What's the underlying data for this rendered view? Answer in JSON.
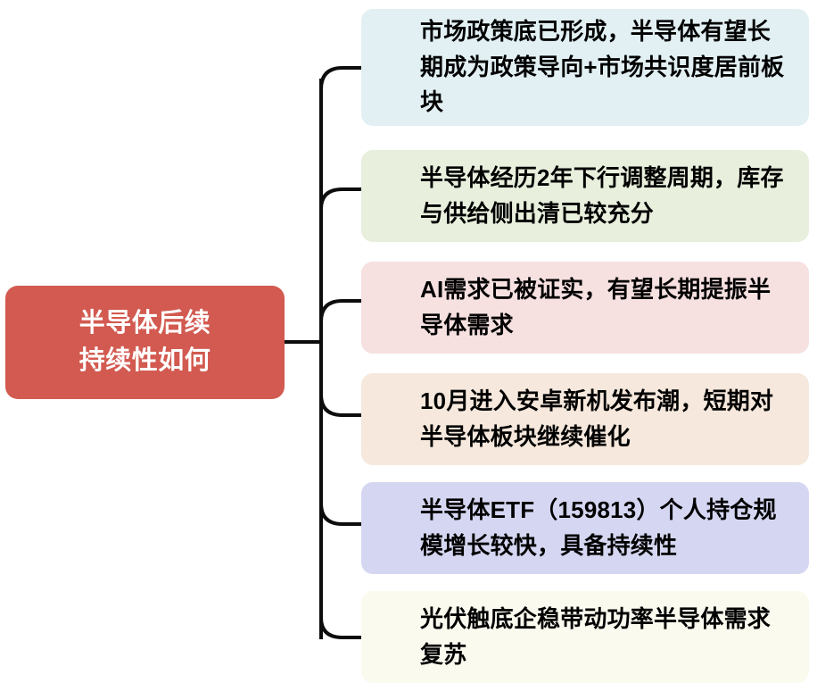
{
  "diagram": {
    "type": "mind-map",
    "orientation": "left-root-right-branches",
    "root": {
      "label": "半导体后续\n持续性如何",
      "background_color": "#d25a50",
      "text_color": "#ffffff"
    },
    "branches": [
      {
        "index": 1,
        "label": "市场政策底已形成，半导体有望长期成为政策导向+市场共识度居前板块",
        "background_color": "#e2f0f3",
        "text_color": "#000000"
      },
      {
        "index": 2,
        "label": "半导体经历2年下行调整周期，库存与供给侧出清已较充分",
        "background_color": "#e8f0dd",
        "text_color": "#000000"
      },
      {
        "index": 3,
        "label": "AI需求已被证实，有望长期提振半导体需求",
        "background_color": "#f6e0e0",
        "text_color": "#000000"
      },
      {
        "index": 4,
        "label": "10月进入安卓新机发布潮，短期对半导体板块继续催化",
        "background_color": "#f6e8dc",
        "text_color": "#000000"
      },
      {
        "index": 5,
        "label": "半导体ETF（159813）个人持仓规模增长较快，具备持续性",
        "background_color": "#d5d7f2",
        "text_color": "#000000"
      },
      {
        "index": 6,
        "label": "光伏触底企稳带动功率半导体需求复苏",
        "background_color": "#fbfaef",
        "text_color": "#000000"
      }
    ],
    "connector": {
      "color": "#0d0d0d",
      "stroke_width": 4
    }
  }
}
